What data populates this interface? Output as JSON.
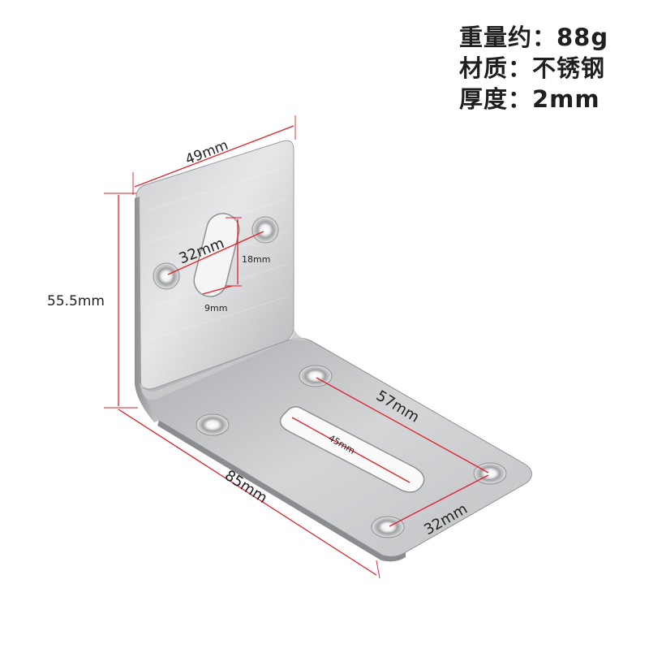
{
  "specs": {
    "weight": "重量约：88g",
    "material": "材质：不锈钢",
    "thickness": "厚度：2mm"
  },
  "dimensions": {
    "top_width": "49mm",
    "height": "55.5mm",
    "hole_spacing_vertical": "32mm",
    "slot_length": "18mm",
    "slot_width": "9mm",
    "base_length": "85mm",
    "hole_spacing_base": "57mm",
    "base_slot_length": "45mm",
    "hole_spacing_base_width": "32mm"
  },
  "colors": {
    "dimension_line": "#e0202a",
    "metal_light": "#d9dadc",
    "metal_dark": "#9a9c9f",
    "text": "#1f1f1f"
  }
}
